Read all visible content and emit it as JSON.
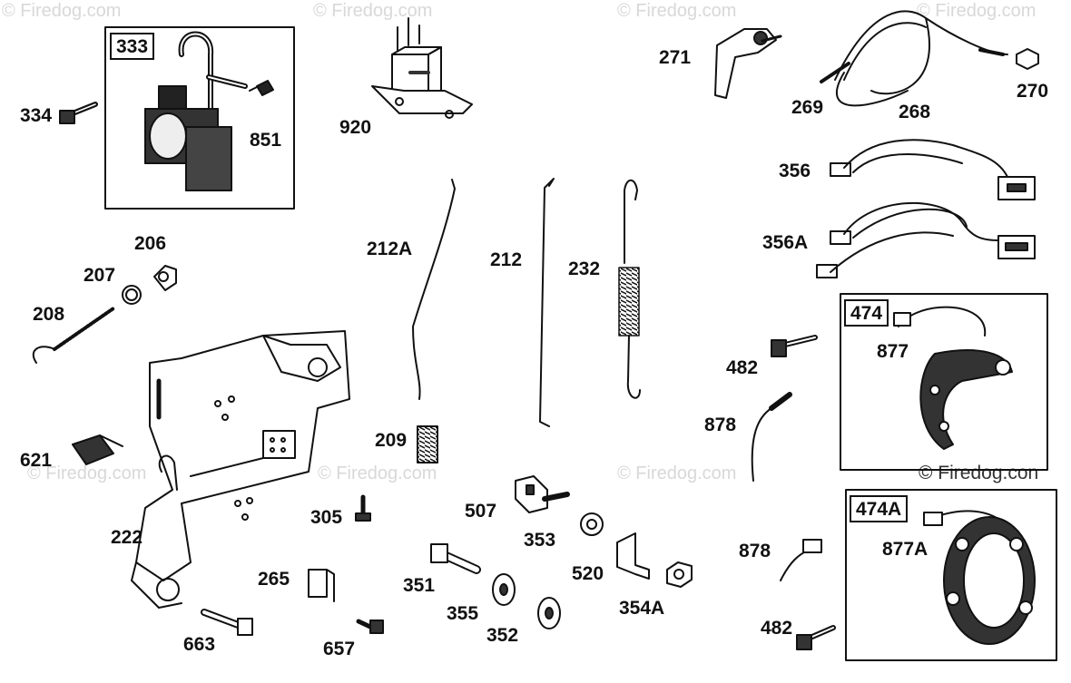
{
  "watermark": {
    "text": "© Firedog.com",
    "corner_text": "© Firedog.con"
  },
  "parts": [
    {
      "id": "p333",
      "label": "333"
    },
    {
      "id": "p334",
      "label": "334"
    },
    {
      "id": "p851",
      "label": "851"
    },
    {
      "id": "p920",
      "label": "920"
    },
    {
      "id": "p271",
      "label": "271"
    },
    {
      "id": "p269",
      "label": "269"
    },
    {
      "id": "p268",
      "label": "268"
    },
    {
      "id": "p270",
      "label": "270"
    },
    {
      "id": "p356",
      "label": "356"
    },
    {
      "id": "p356A",
      "label": "356A"
    },
    {
      "id": "p206",
      "label": "206"
    },
    {
      "id": "p207",
      "label": "207"
    },
    {
      "id": "p208",
      "label": "208"
    },
    {
      "id": "p212A",
      "label": "212A"
    },
    {
      "id": "p212",
      "label": "212"
    },
    {
      "id": "p232",
      "label": "232"
    },
    {
      "id": "p474",
      "label": "474"
    },
    {
      "id": "p877",
      "label": "877"
    },
    {
      "id": "p482a",
      "label": "482"
    },
    {
      "id": "p878a",
      "label": "878"
    },
    {
      "id": "p209",
      "label": "209"
    },
    {
      "id": "p621",
      "label": "621"
    },
    {
      "id": "p222",
      "label": "222"
    },
    {
      "id": "p305",
      "label": "305"
    },
    {
      "id": "p507",
      "label": "507"
    },
    {
      "id": "p353",
      "label": "353"
    },
    {
      "id": "p474A",
      "label": "474A"
    },
    {
      "id": "p877A",
      "label": "877A"
    },
    {
      "id": "p878b",
      "label": "878"
    },
    {
      "id": "p520",
      "label": "520"
    },
    {
      "id": "p351",
      "label": "351"
    },
    {
      "id": "p265",
      "label": "265"
    },
    {
      "id": "p355",
      "label": "355"
    },
    {
      "id": "p354A",
      "label": "354A"
    },
    {
      "id": "p352",
      "label": "352"
    },
    {
      "id": "p663",
      "label": "663"
    },
    {
      "id": "p657",
      "label": "657"
    },
    {
      "id": "p482b",
      "label": "482"
    }
  ]
}
